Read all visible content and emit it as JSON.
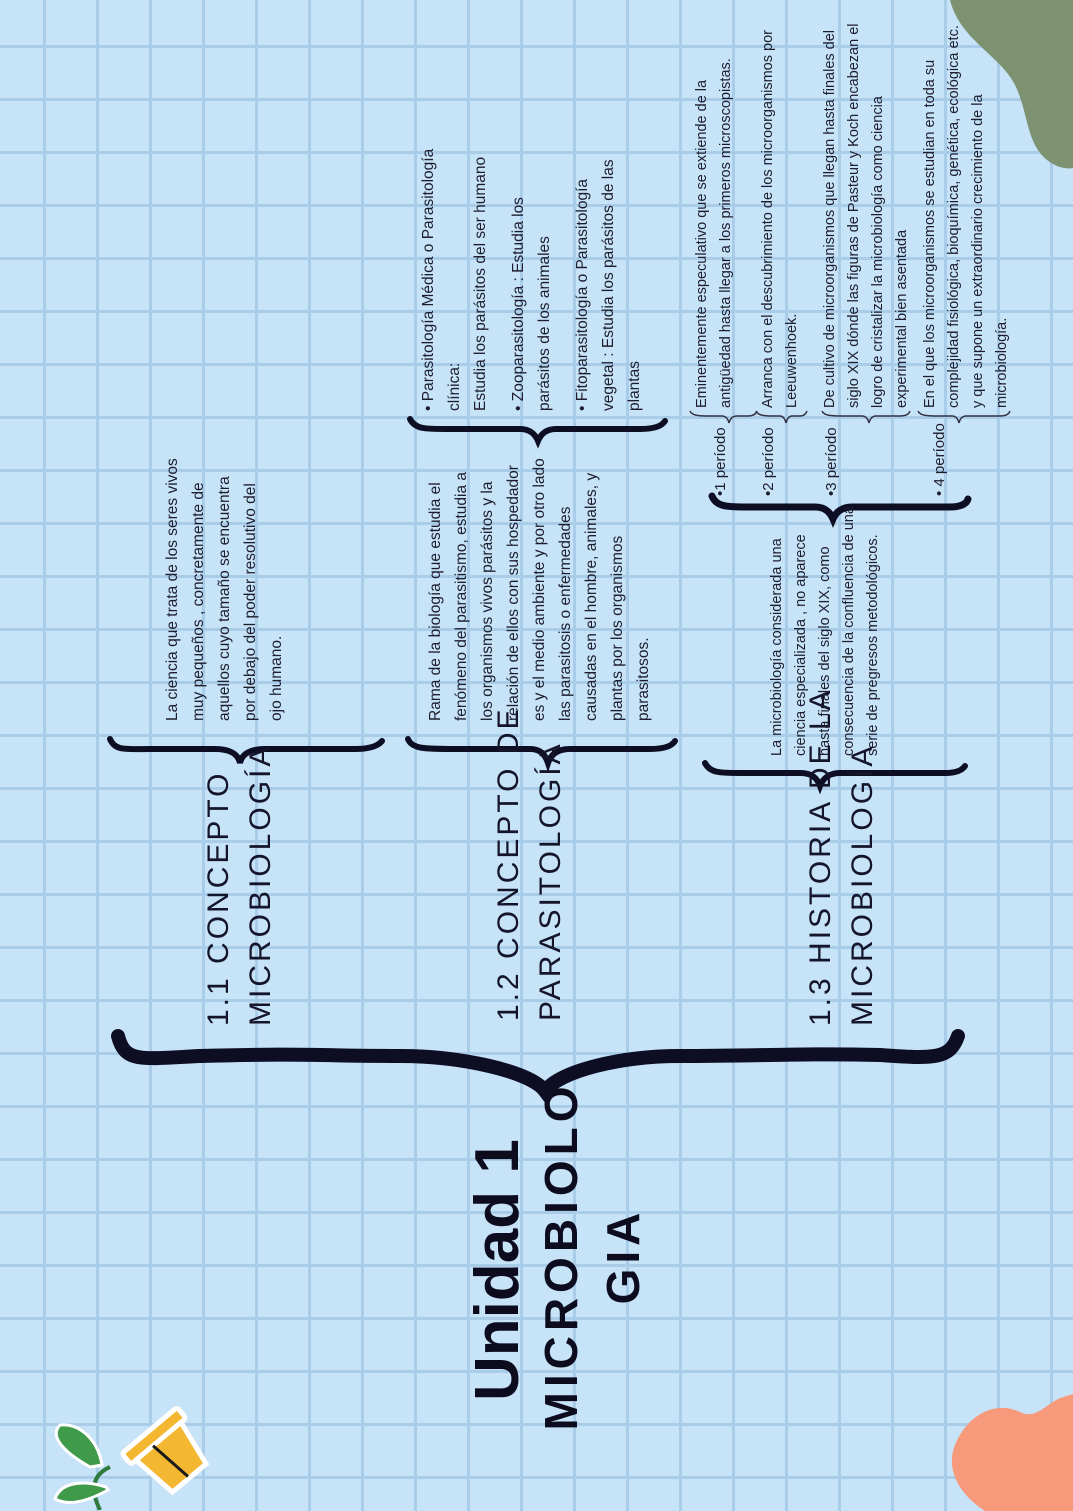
{
  "title": {
    "unidad": "Unidad 1",
    "subject_line1": "MICROBIOLO",
    "subject_line2": "GIA"
  },
  "topics": [
    {
      "heading_line1": "1.1 CONCEPTO",
      "heading_line2": "MICROBIOLOGÍA",
      "text_lines": [
        "La ciencia que trata de los seres vivos",
        "muy pequeños , concretamente de",
        "aquellos cuyo tamaño se encuentra",
        "por debajo del poder resolutivo del",
        "ojo humano."
      ]
    },
    {
      "heading_line1": "1.2 CONCEPTO DE",
      "heading_line2": "PARASITOLOGÍA",
      "text_lines": [
        "Rama de la biología que estudia el",
        "fenómeno del parasitismo, estudia a",
        "los organismos vivos parásitos y la",
        "relación de ellos con sus hospedador",
        "es y el medio ambiente y por otro lado",
        "las parasitosis o enfermedades",
        "causadas en el hombre, animales, y",
        "plantas por los organismos",
        "parasitosos."
      ],
      "branches": [
        "• Parasitología Médica o Parasitología",
        "clínica:",
        "Estudia los parásitos del ser humano",
        "• Zooparasitología : Estudia los",
        "parásitos de los animales",
        "• Fitoparasitología o Parasitología",
        "vegetal : Estudia los parásitos de las",
        "plantas"
      ]
    },
    {
      "heading_line1": "1.3 HISTORIA DE LA",
      "heading_line2": "MICROBIOLOGÍA",
      "text_lines": [
        "La microbiología considerada una",
        "ciencia especializada , no aparece",
        "hasta finales del siglo XIX, como",
        "consecuencia de la confluencia de una",
        "serie de pregresos metodológicos."
      ],
      "periods": [
        {
          "label": "•1 período",
          "lines": [
            "Eminentemente especulativo que se extiende de la",
            "antigüedad hasta llegar a los primeros microscopistas."
          ]
        },
        {
          "label": "•2 período",
          "lines": [
            "Arranca con el descubrimiento de los microorganismos por",
            "Leeuwenhoek."
          ]
        },
        {
          "label": "•3 período",
          "lines": [
            "De cultivo de microorganismos que llegan hasta finales del",
            "siglo XIX dónde las figuras de Pasteur y Koch encabezan el",
            "logro de cristalizar la microbiología como ciencia",
            "experimental bien asentada"
          ]
        },
        {
          "label": "• 4 período",
          "lines": [
            "En el que los microorganismos se estudian en toda su",
            "complejidad fisiológica, bioquímica, genética, ecológica etc.",
            "y que supone un extraordinario crecimiento de la",
            "microbiología."
          ]
        }
      ]
    }
  ],
  "colors": {
    "background": "#c7e3f8",
    "grid": "#a9cde9",
    "brace": "#0d0d24",
    "blob_green": "#7d9270",
    "blob_salmon": "#f79a7c",
    "pot": "#f4b731",
    "leaf": "#3f9a49"
  },
  "icons": [
    "plant-pot-icon"
  ]
}
